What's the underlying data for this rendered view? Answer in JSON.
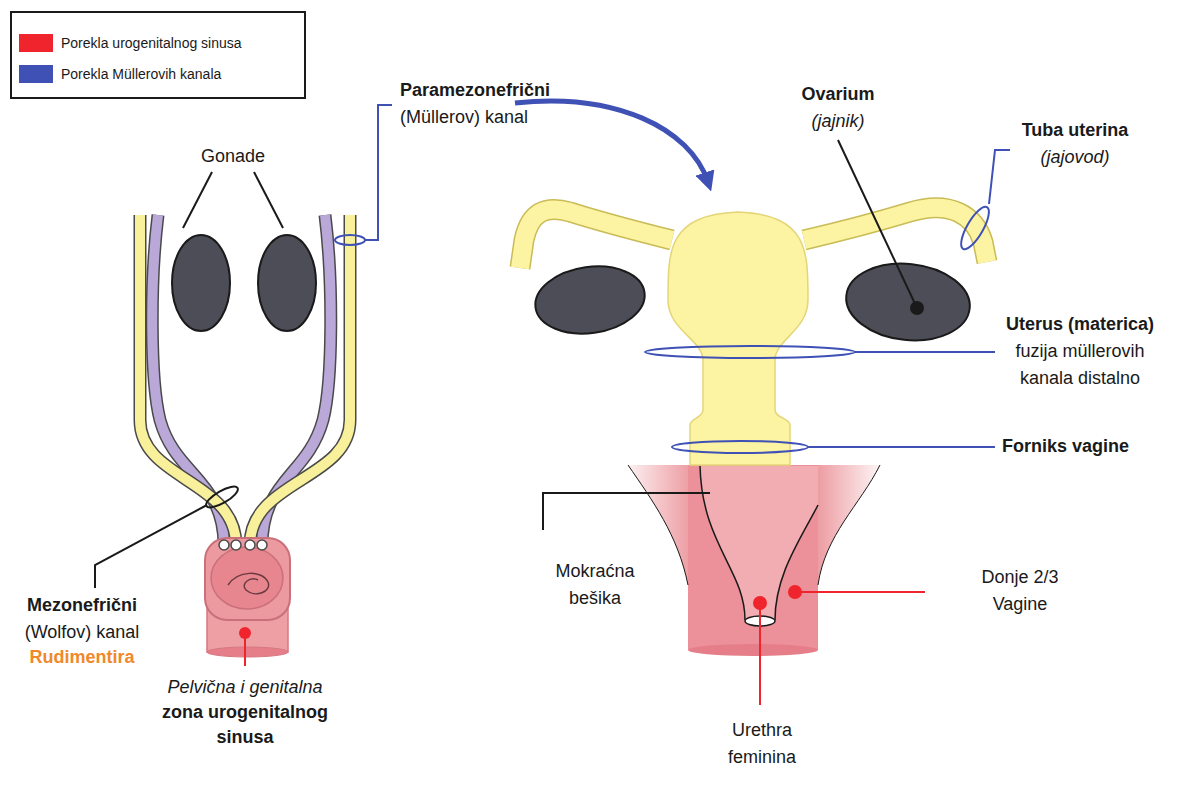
{
  "diagram": {
    "labels": [
      "Gonade",
      "Paramezonefrični (Müllerov) kanal",
      "Ovarium (jajnik)",
      "Tuba uterina (jajovod)",
      "Uterus (materica) fuzija müllerovih kanala distalno",
      "Forniks vagine",
      "Mokraćna bešika",
      "Donje 2/3 Vagine",
      "Mezonefrični (Wolfov) kanal",
      "Rudimentira",
      "Urethra feminina",
      "Pelvična i genitalna zona urogenitalnog sinusa"
    ],
    "legend": [
      {
        "text": "Porekla urogenitalnog sinusa",
        "color": "#f0242c"
      },
      {
        "text": "Porekla Müllerovih kanala",
        "color": "#3f51b5"
      }
    ]
  }
}
